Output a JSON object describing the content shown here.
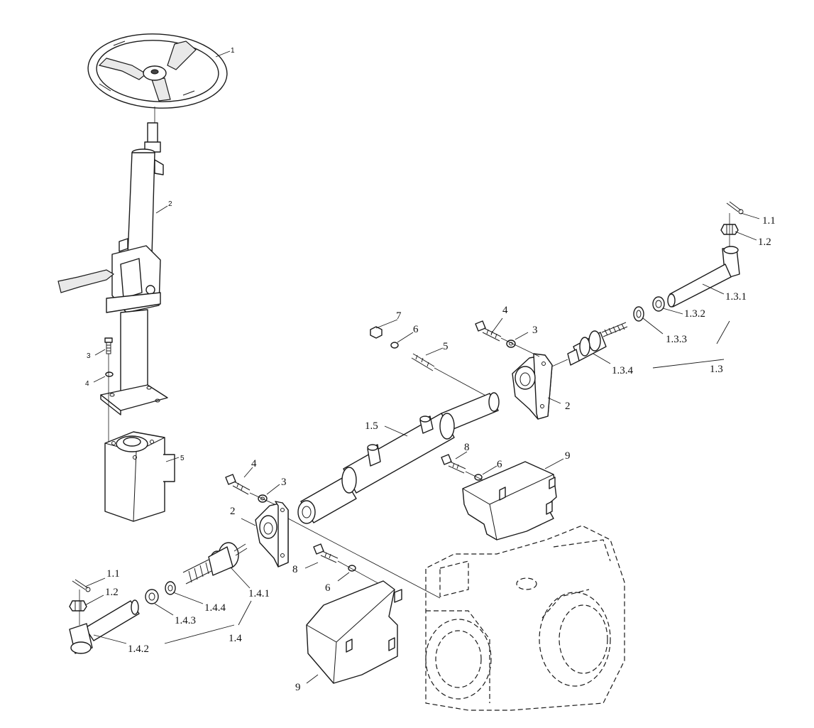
{
  "column_labels": {
    "steering_wheel": "1",
    "steering_column": "2",
    "bolt": "3",
    "washer": "4",
    "steering_unit": "5"
  },
  "axle_labels": {
    "cotter_pin_right": "1.1",
    "castle_nut_right": "1.2",
    "tie_rod_right": "1.3",
    "tie_rod_end_right": "1.3.1",
    "jam_nut_right": "1.3.2",
    "washer_right": "1.3.3",
    "inner_joint_right": "1.3.4",
    "bolt_top_right": "4",
    "nut_top_right": "3",
    "nut_top_mid": "7",
    "washer_top_mid": "6",
    "stud_top_mid": "5",
    "bracket_right": "2",
    "cylinder": "1.5",
    "bolt_mid": "8",
    "washer_mid": "6",
    "shield_right": "9",
    "bolt_left": "4",
    "nut_left": "3",
    "bracket_left": "2",
    "cotter_pin_left": "1.1",
    "castle_nut_left": "1.2",
    "inner_joint_left": "1.4.1",
    "washer_left": "1.4.4",
    "jam_nut_left": "1.4.3",
    "tie_rod_end_left": "1.4.2",
    "tie_rod_left": "1.4",
    "bolt_low": "8",
    "washer_low": "6",
    "shield_left": "9"
  }
}
